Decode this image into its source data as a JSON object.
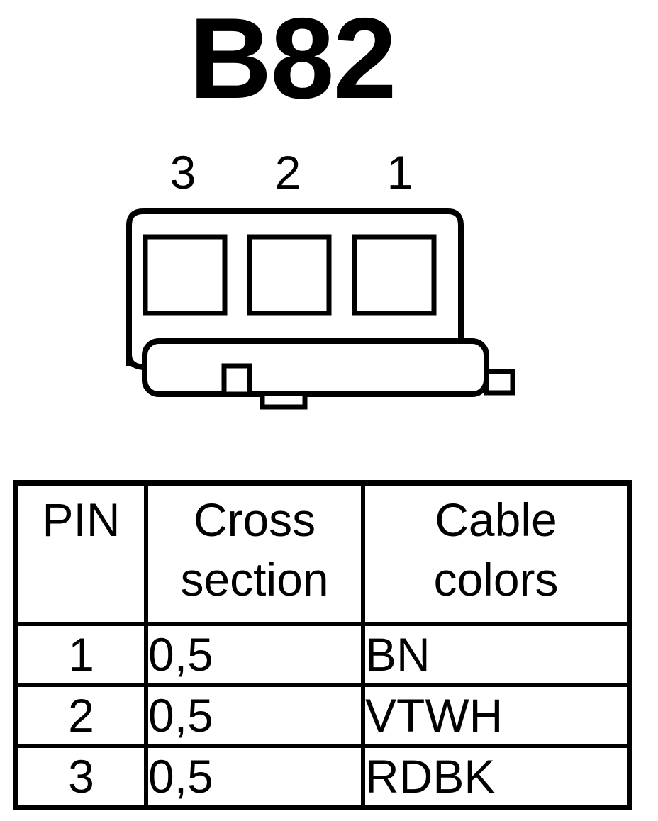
{
  "connector": {
    "title": "B82",
    "pin_labels": [
      "3",
      "2",
      "1"
    ]
  },
  "table": {
    "headers": {
      "pin": "PIN",
      "cross_line1": "Cross",
      "cross_line2": "section",
      "color_line1": "Cable",
      "color_line2": "colors"
    },
    "rows": [
      {
        "pin": "1",
        "cross_section": "0,5",
        "color": "BN"
      },
      {
        "pin": "2",
        "cross_section": "0,5",
        "color": "VTWH"
      },
      {
        "pin": "3",
        "cross_section": "0,5",
        "color": "RDBK"
      }
    ]
  }
}
